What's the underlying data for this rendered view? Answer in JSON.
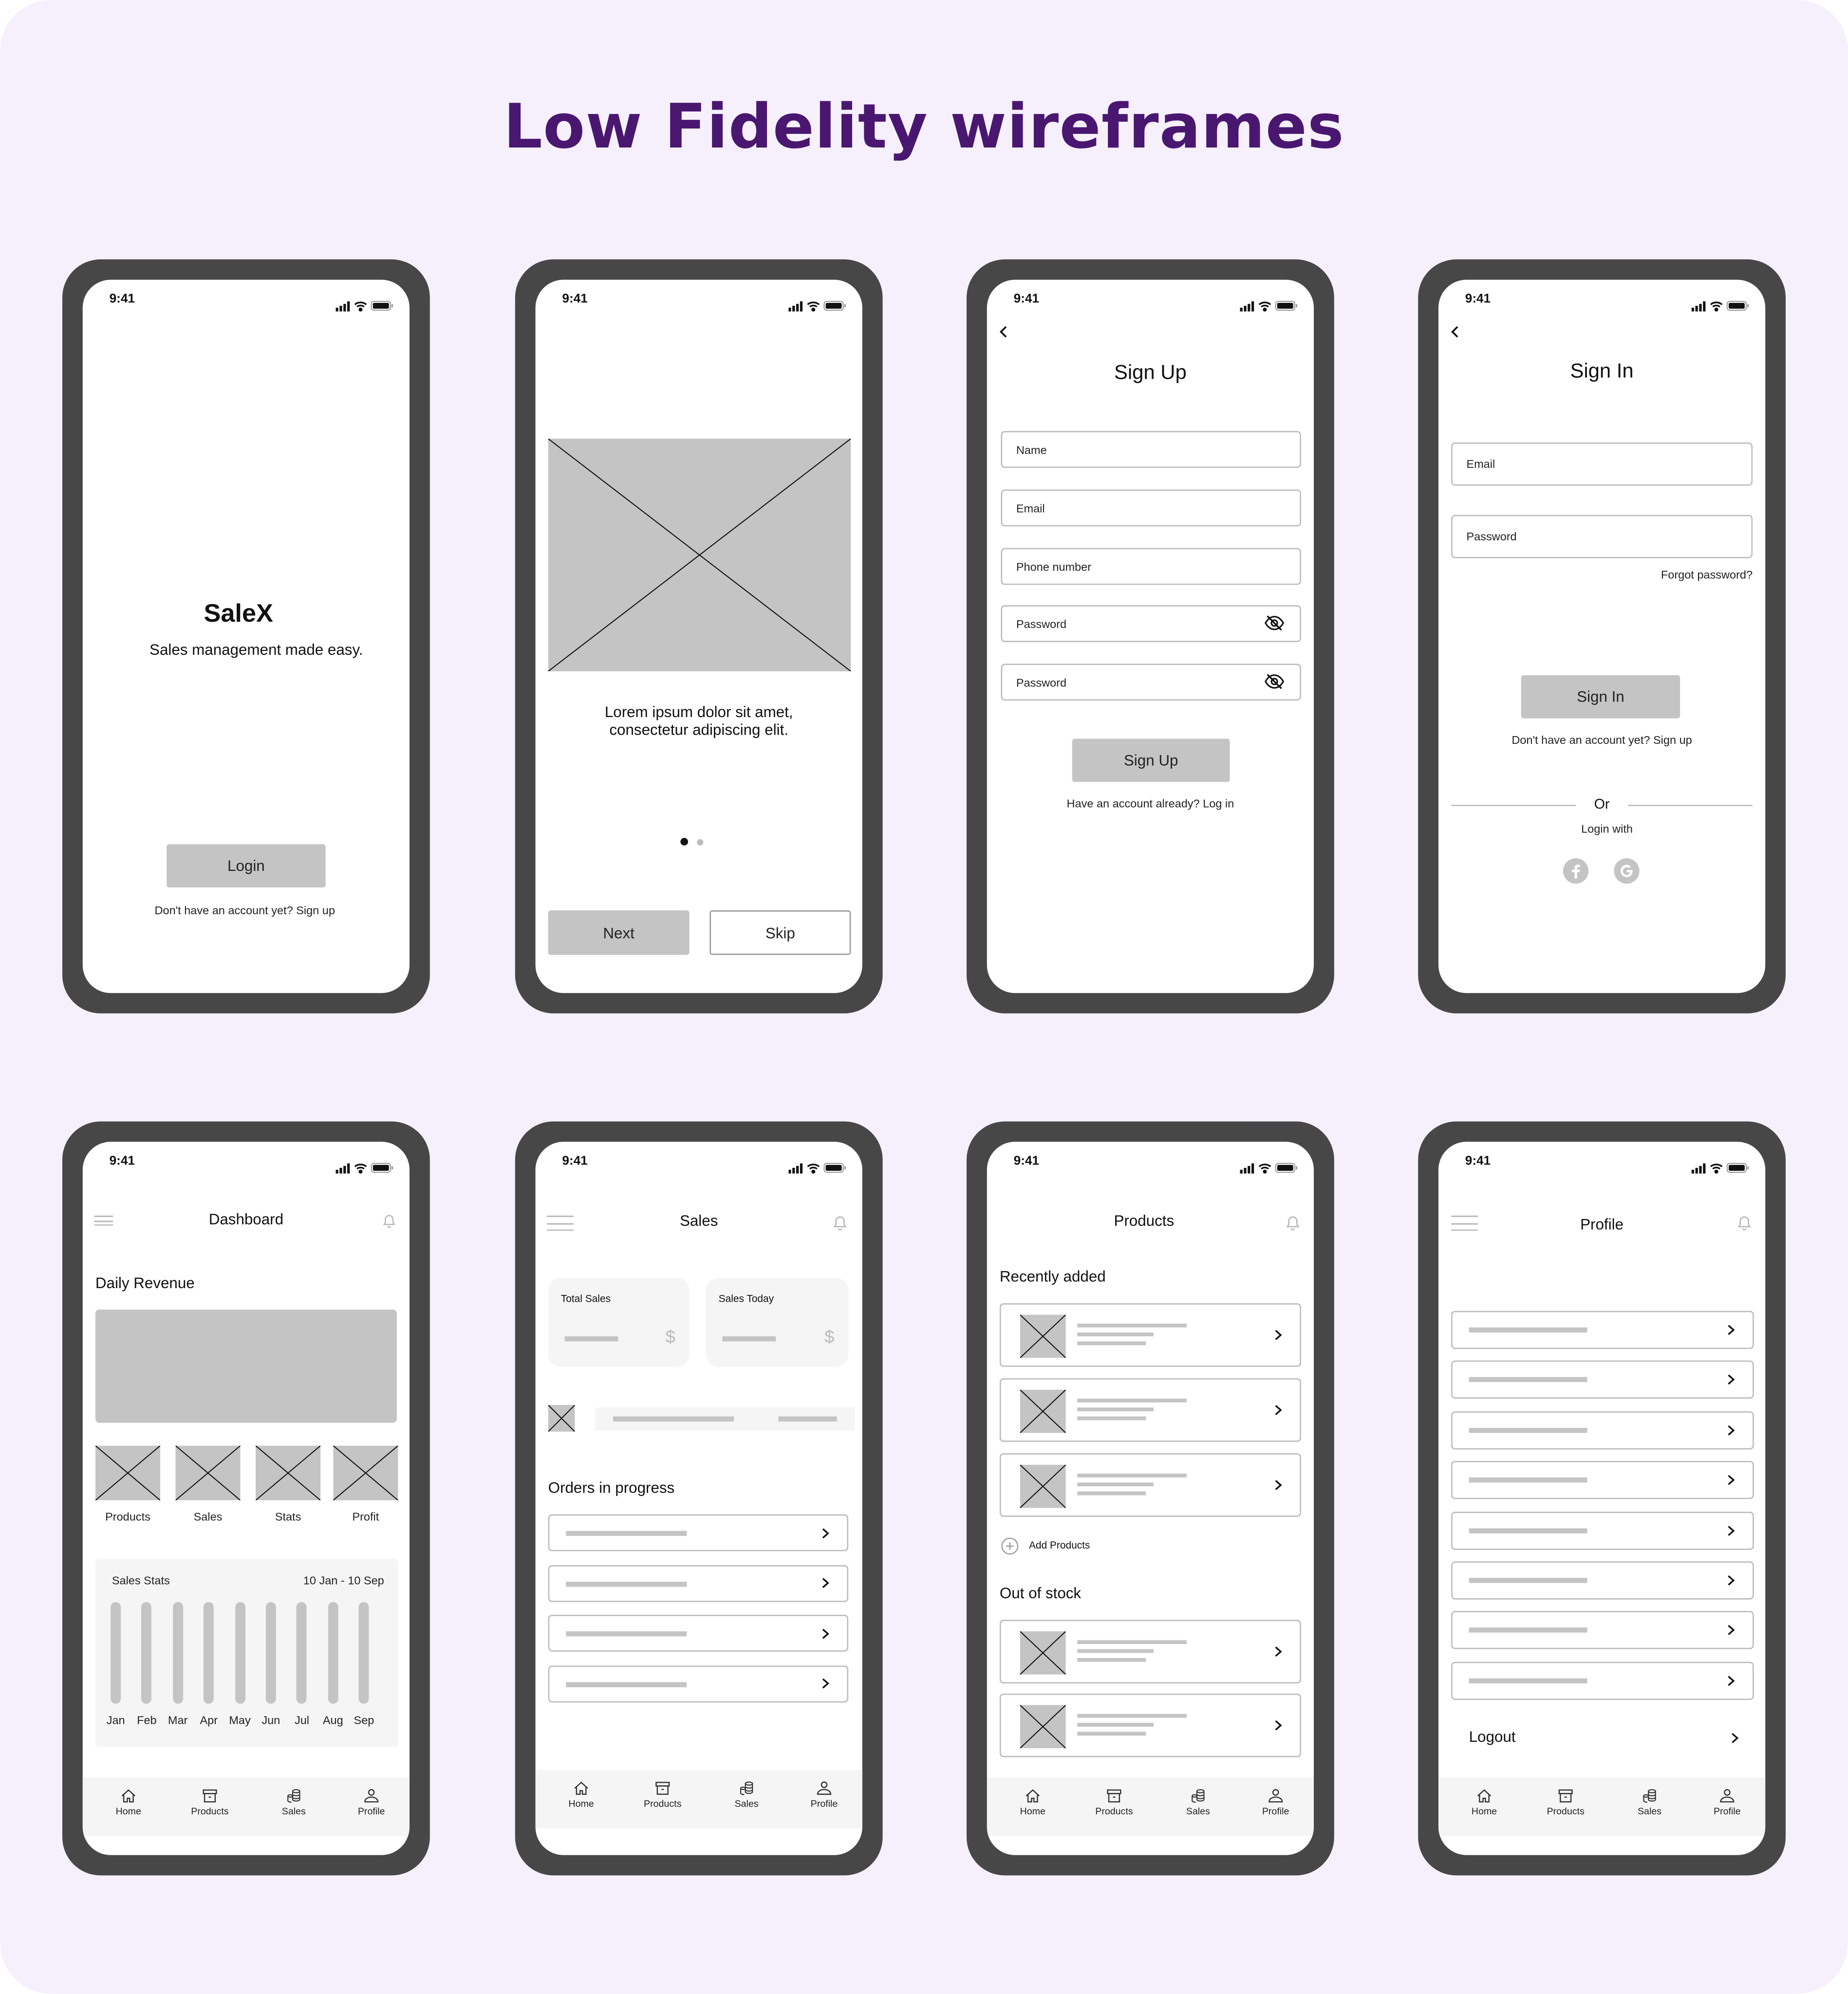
{
  "page_title": "Low Fidelity wireframes",
  "colors": {
    "background": "#f6f0fd",
    "title": "#4a1770",
    "phone_frame": "#474747",
    "placeholder": "#c4c4c4"
  },
  "status_time": "9:41",
  "nav": [
    "Home",
    "Products",
    "Sales",
    "Profile"
  ],
  "splash": {
    "app_name": "SaleX",
    "tagline": "Sales management made easy.",
    "login": "Login",
    "signup_prompt": "Don't have an account yet? Sign up"
  },
  "onboarding": {
    "text_line1": "Lorem ipsum dolor sit amet,",
    "text_line2": "consectetur adipiscing elit.",
    "next": "Next",
    "skip": "Skip",
    "page_index": 1,
    "page_count": 2
  },
  "signup": {
    "title": "Sign Up",
    "fields": [
      "Name",
      "Email",
      "Phone number",
      "Password",
      "Password"
    ],
    "button": "Sign Up",
    "login_prompt": "Have an account already? Log in"
  },
  "signin": {
    "title": "Sign In",
    "fields": [
      "Email",
      "Password"
    ],
    "forgot": "Forgot password?",
    "button": "Sign In",
    "signup_prompt": "Don't have an account yet? Sign up",
    "or": "Or",
    "login_with": "Login with",
    "social_icons": [
      "facebook-icon",
      "google-icon"
    ]
  },
  "dashboard": {
    "title": "Dashboard",
    "section": "Daily Revenue",
    "tiles": [
      "Products",
      "Sales",
      "Stats",
      "Profit"
    ],
    "stats_title": "Sales Stats",
    "stats_range": "10 Jan - 10 Sep",
    "months": [
      "Jan",
      "Feb",
      "Mar",
      "Apr",
      "May",
      "Jun",
      "Jul",
      "Aug",
      "Sep"
    ]
  },
  "sales": {
    "title": "Sales",
    "cards": [
      "Total Sales",
      "Sales Today"
    ],
    "currency": "$",
    "orders_title": "Orders in progress"
  },
  "products": {
    "title": "Products",
    "recent_title": "Recently added",
    "add_label": "Add Products",
    "out_title": "Out of stock"
  },
  "profile": {
    "title": "Profile",
    "logout": "Logout"
  }
}
